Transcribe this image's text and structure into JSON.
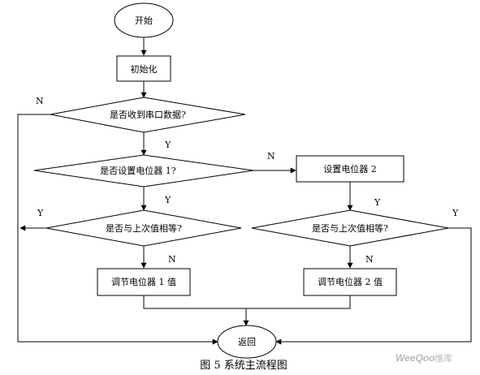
{
  "nodes": {
    "start": "开始",
    "init": "初始化",
    "serial_check": "是否收到串口数据?",
    "pot1_check": "是否设置电位器 1?",
    "set_pot2": "设置电位器 2",
    "compare_left": "是否与上次值相等?",
    "compare_right": "是否与上次值相等?",
    "adjust_pot1": "调节电位器 1 值",
    "adjust_pot2": "调节电位器 2 值",
    "return": "返回"
  },
  "edge_labels": {
    "serial_no": "N",
    "serial_yes": "Y",
    "pot1_no": "N",
    "pot1_yes": "Y",
    "set_pot2_yes": "Y",
    "left_yes": "Y",
    "left_no": "N",
    "right_no": "N",
    "right_yes": "Y"
  },
  "caption": "图 5 系统主流程图",
  "watermark": {
    "brand": "WeeQoo",
    "suffix": "维库"
  }
}
